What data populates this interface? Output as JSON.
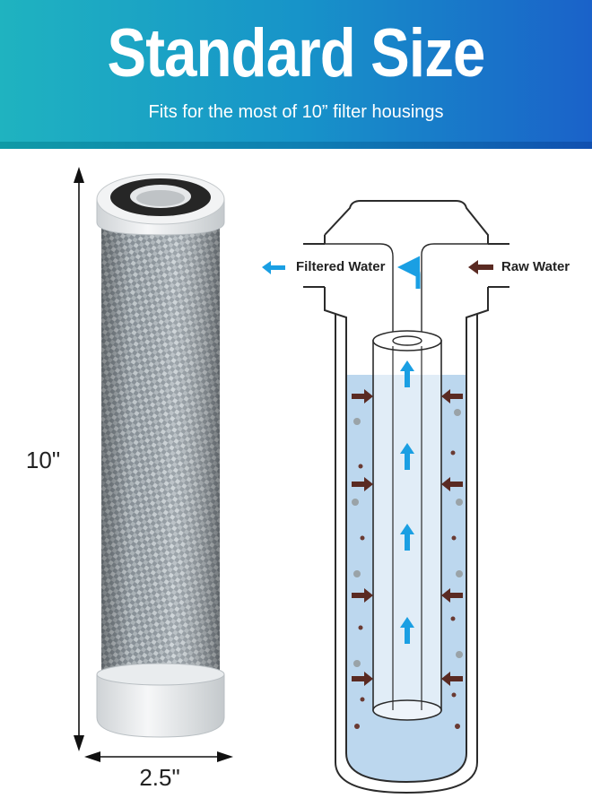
{
  "banner": {
    "title": "Standard Size",
    "subtitle": "Fits for the most of 10” filter housings",
    "colors": {
      "start": "#1fb3c0",
      "end": "#1a62c9"
    }
  },
  "product": {
    "height_label": "10\"",
    "width_label": "2.5\""
  },
  "diagram": {
    "filtered_label": "Filtered Water",
    "raw_label": "Raw Water",
    "colors": {
      "water": "#bcd7ee",
      "flow_arrow": "#1a9fe3",
      "inflow_arrow": "#5a2a22"
    }
  }
}
